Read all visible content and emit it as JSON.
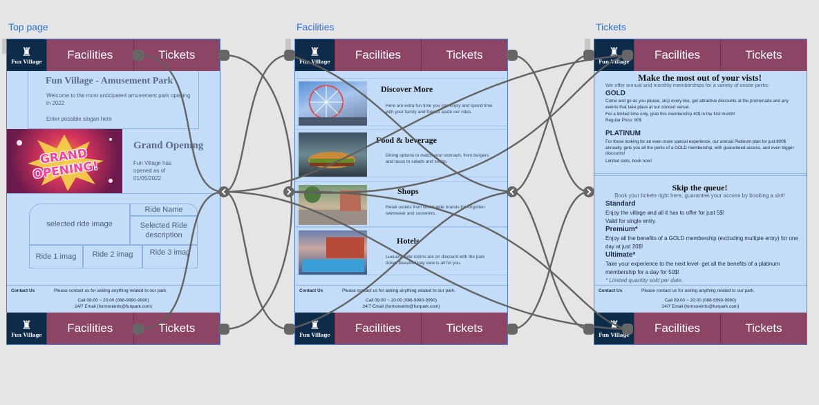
{
  "labels": {
    "top": "Top page",
    "facilities": "Facilities",
    "tickets": "Tickets"
  },
  "nav": {
    "facilities": "Facilities",
    "tickets": "Tickets",
    "logo": "Fun Village"
  },
  "footer": {
    "contact": "Contact Us",
    "msg": "Please contact us for asking anything related to our park.",
    "phone": "Call 09:00 ~ 20:00 (088-9990-9990)",
    "email": "24/7 Email (formoreinfo@funpark.com)"
  },
  "top_page": {
    "title": "Fun Village - Amusement Park",
    "welcome": "Welcome to the most anticipated amusement park opening in 2022",
    "slogan": "Enter possible slogan here",
    "banner_text": "GRAND OPENING!",
    "opening_title": "Grand Opening",
    "opening_text": "Fun Village has opened as of 01/05/2022",
    "selected_ride_image": "selected ride image",
    "ride_name": "Ride Name",
    "selected_ride_desc": "Selected Ride description",
    "ride1": "Ride 1 imag",
    "ride2": "Ride 2 imag",
    "ride3": "Ride 3 imag"
  },
  "facilities_page": {
    "items": [
      {
        "title": "Discover More",
        "text": "Here are extra fun time you can enjoy and spend time with your family and friends aside our rides."
      },
      {
        "title": "Food & beverage",
        "text": "Dining options to match your stomach, from burgers and tacos to salads and sodas."
      },
      {
        "title": "Shops",
        "text": "Retail outlets from world wide brands for forgotten swimwear and souvenirs."
      },
      {
        "title": "Hotels",
        "text": "Luxuary suite rooms are on discount with the park ticket. Beautiful bay view is all for you."
      }
    ]
  },
  "tickets_page": {
    "heading": "Make the most out of your vists!",
    "intro": "We offer annual and monthly memberships for a variety of onsite perks:",
    "gold_title": "GOLD",
    "gold_text": "Come and go as you please, skip every line, get attractive discounts at the promenade and any events that take place at our concert venue.",
    "gold_text2": "For a limited time only, grab this membership 40$ in the first month!",
    "gold_price": "Regular Price: 80$",
    "platinum_title": "PLATINUM",
    "platinum_text": "For those looking for an even more special experience, our annual Platinum plan for just 800$ annually, gets you all the perks of a GOLD membership, with guaranteed access, and even bigger discounts!",
    "platinum_limit": "Limited slots, book now!",
    "queue_title": "Skip the queue!",
    "queue_intro": "Book your tickets right here, guarantee your access by booking a slot!",
    "standard_title": "Standard",
    "standard_text": "Enjoy the village and all it has to offer for just 5$!",
    "standard_text2": "Valid for single entry.",
    "premium_title": "Premium*",
    "premium_text": "Enjoy all the benefits of a GOLD membership (excluding multiple entry) for one day at just 20$!",
    "ultimate_title": "Ultimate*",
    "ultimate_text": "Take your experience to the next level- get all the benefits of a platinum membership for a day for 50$!",
    "limited_note": "* Limited quantity sold per date."
  },
  "colors": {
    "nav": "#8c4565",
    "logo_bg": "#0f2b4a",
    "page_bg": "#c3dcf7",
    "wire": "#5f5f5f",
    "canvas": "#e5e5e5"
  }
}
